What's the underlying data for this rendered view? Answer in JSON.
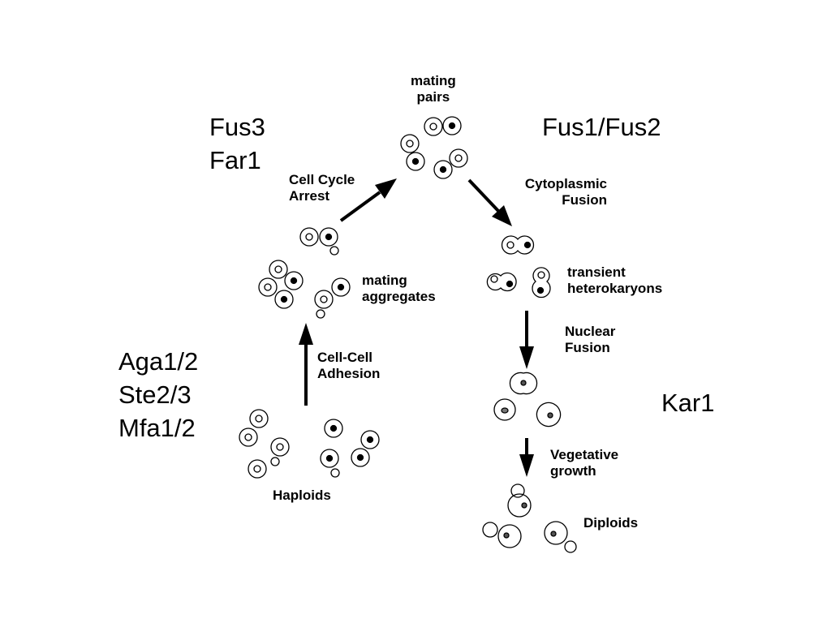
{
  "stages": {
    "mating_pairs": [
      "mating",
      "pairs"
    ],
    "mating_aggregates": [
      "mating",
      "aggregates"
    ],
    "haploids": "Haploids",
    "transient_heterokaryons": [
      "transient",
      "heterokaryons"
    ],
    "diploids": "Diploids"
  },
  "steps": {
    "cell_cycle_arrest": [
      "Cell Cycle",
      "Arrest"
    ],
    "cell_cell_adhesion": [
      "Cell-Cell",
      "Adhesion"
    ],
    "cytoplasmic_fusion": [
      "Cytoplasmic",
      "Fusion"
    ],
    "nuclear_fusion": [
      "Nuclear",
      "Fusion"
    ],
    "vegetative_growth": [
      "Vegetative",
      "growth"
    ]
  },
  "genes": {
    "top_left": [
      "Fus3",
      "Far1"
    ],
    "top_right": "Fus1/Fus2",
    "bottom_left": [
      "Aga1/2",
      "Ste2/3",
      "Mfa1/2"
    ],
    "right": "Kar1"
  }
}
